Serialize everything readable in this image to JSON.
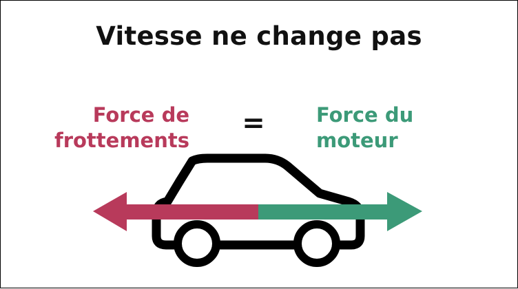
{
  "title": "Vitesse ne change pas",
  "left_force": {
    "line1": "Force de",
    "line2": "frottements",
    "color": "#b83a5b"
  },
  "right_force": {
    "line1": "Force du",
    "line2": "moteur",
    "color": "#3c9a78"
  },
  "equals_sign": "=",
  "icons": {
    "vehicle": "car-icon"
  },
  "colors": {
    "outline": "#000000"
  }
}
